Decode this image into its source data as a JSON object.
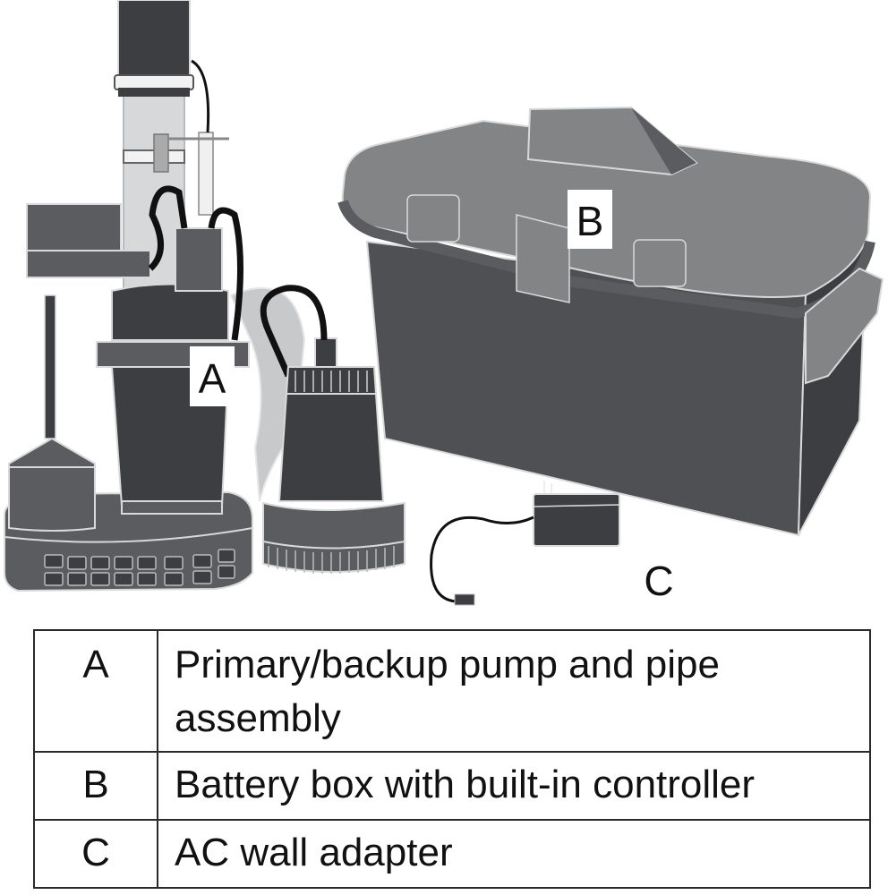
{
  "diagram": {
    "subject": "Sump pump system components",
    "colors": {
      "dark_body": "#3d3e41",
      "mid_gray": "#5a5c5f",
      "light_gray": "#838486",
      "pipe_gray": "#c8c9cb",
      "outline": "#d9d9d9",
      "cable": "#111111"
    },
    "callouts": [
      {
        "letter": "A",
        "target": "primary-backup-pump-assembly"
      },
      {
        "letter": "B",
        "target": "battery-box"
      },
      {
        "letter": "C",
        "target": "ac-wall-adapter"
      }
    ]
  },
  "legend": {
    "rows": [
      {
        "key": "A",
        "description": "Primary/backup pump and pipe assembly"
      },
      {
        "key": "B",
        "description": "Battery box with built-in controller"
      },
      {
        "key": "C",
        "description": "AC wall adapter"
      }
    ]
  }
}
